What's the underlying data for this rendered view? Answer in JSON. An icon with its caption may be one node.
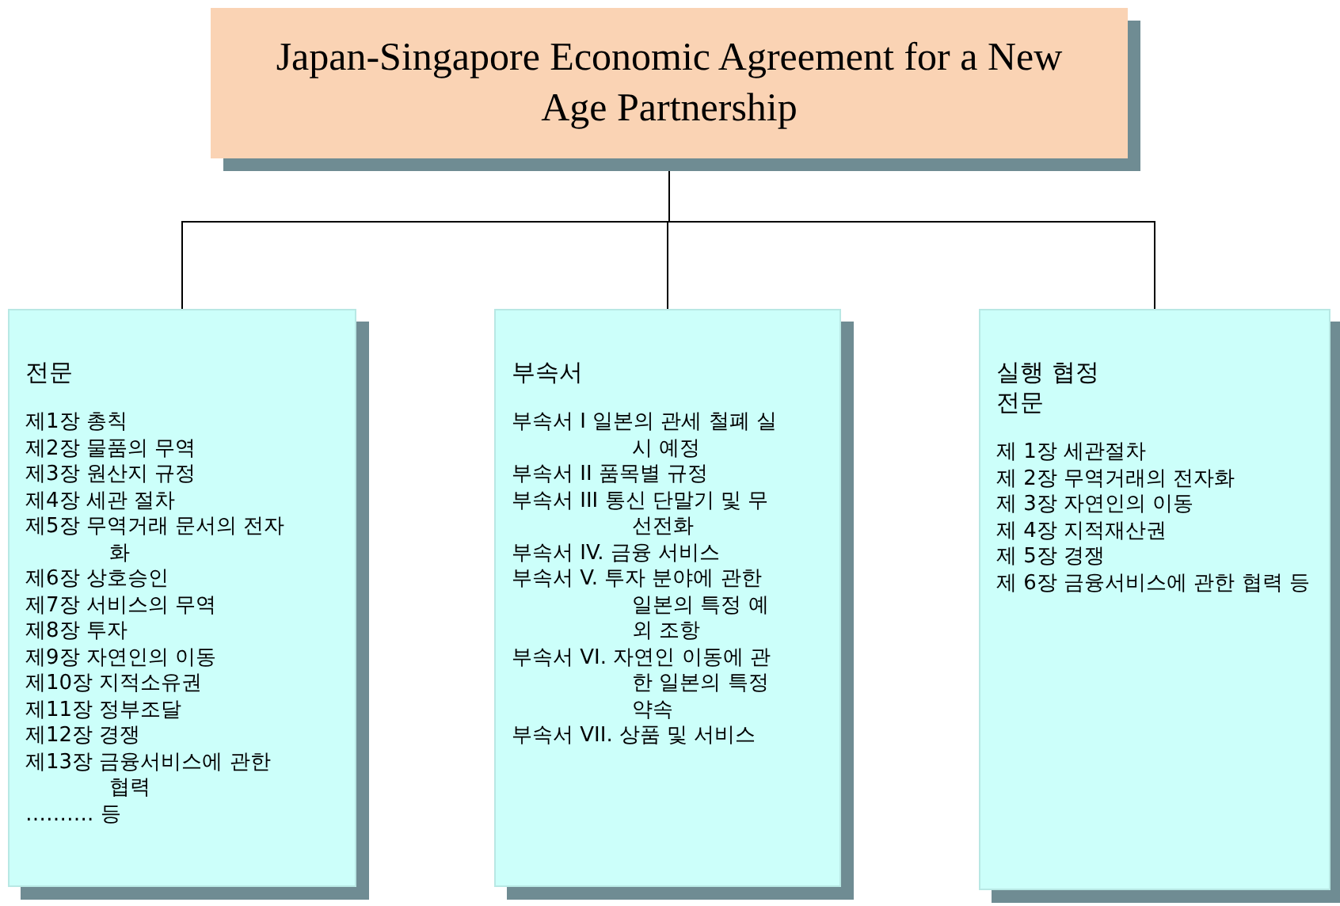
{
  "diagram": {
    "nodes": [
      {
        "text": [
          "Japan-Singapore Economic Agreement for a New Age Partnership"
        ]
      },
      {
        "text": [
          "전문",
          "제1장 총칙",
          "제2장 물품의 무역",
          "제3장 원산지 규정",
          "제4장 세관 절차",
          "제5장 무역거래 문서의 전자화",
          "제6장 상호승인",
          "제7장 서비스의 무역",
          "제8장 투자",
          "제9장 자연인의 이동",
          "제10장 지적소유권",
          "제11장 정부조달",
          "제12장 경쟁",
          "제13장 금융서비스에 관한 협력",
          "………. 등"
        ]
      },
      {
        "text": [
          "부속서",
          "부속서 I 일본의 관세 철폐 실시 예정",
          "부속서 II 품목별 규정",
          "부속서 III 통신 단말기 및 무선전화",
          "부속서 IV. 금융 서비스",
          "부속서 V. 투자 분야에 관한 일본의 특정 예외 조항",
          "부속서 VI. 자연인 이동에 관한 일본의 특정 약속",
          "부속서 VII. 상품 및 서비스"
        ]
      },
      {
        "text": [
          "실행 협정",
          "전문",
          "제 1장 세관절차",
          "제 2장 무역거래의 전자화",
          "제 3장 자연인의 이동",
          "제 4장 지적재산권",
          "제 5장 경쟁",
          "제 6장 금융서비스에 관한 협력 등"
        ]
      }
    ],
    "edges": [
      {
        "from": 0,
        "to": 1,
        "arrow": "none"
      },
      {
        "from": 0,
        "to": 2,
        "arrow": "none"
      },
      {
        "from": 0,
        "to": 3,
        "arrow": "none"
      }
    ]
  }
}
